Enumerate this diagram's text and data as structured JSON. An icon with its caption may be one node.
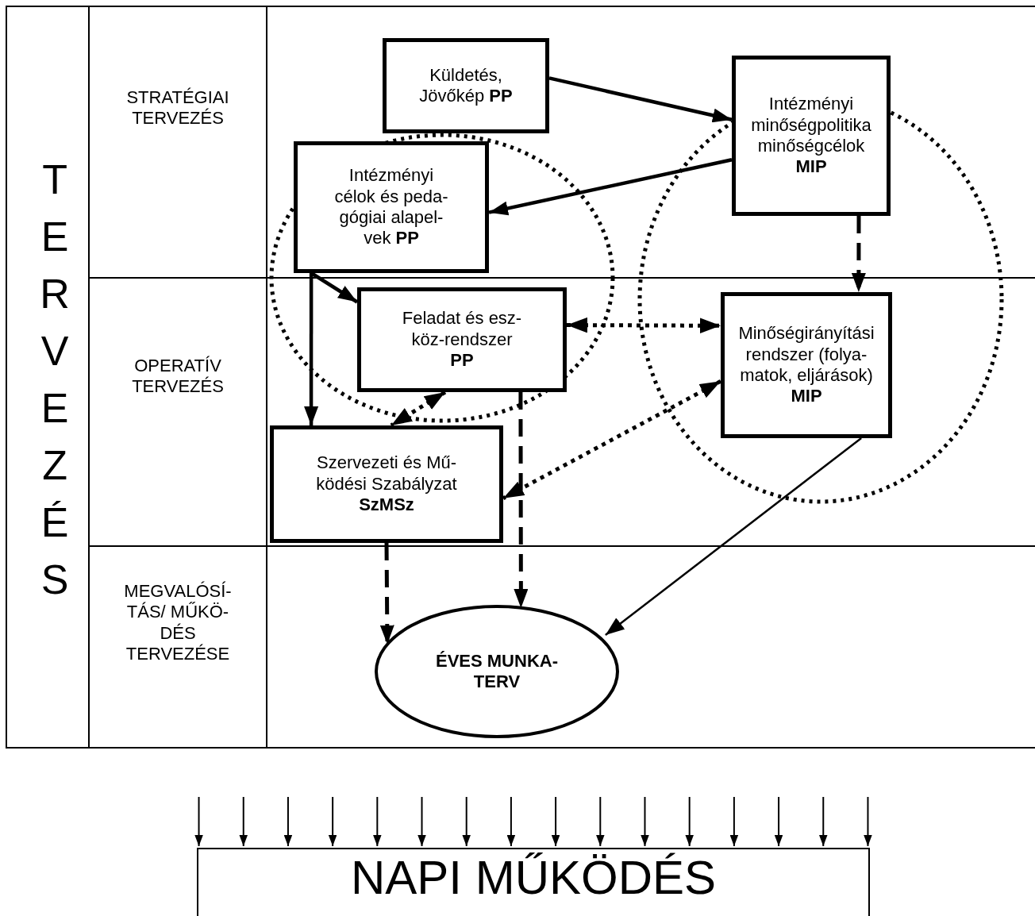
{
  "diagram": {
    "nodes": [
      {
        "text": [
          "Küldetés, Jövőkép **PP**"
        ]
      },
      {
        "text": [
          "Intézményi minőségpolitika minőségcélok",
          "MIP"
        ]
      },
      {
        "text": [
          "Intézményi célok és peda- gógiai alapel- vek **PP**"
        ],
        "in": 8
      },
      {
        "text": [
          "Feladat és esz- köz-rendszer",
          "PP"
        ],
        "in": 8
      },
      {
        "text": [
          "Minőségirányítási rendszer (folya- matok, eljárások)",
          "MIP"
        ],
        "in": 9
      },
      {
        "text": [
          "Szervezeti és Mű- ködési Szabályzat",
          "SzMSz"
        ]
      },
      {
        "text": [
          "ÉVES MUNKA- TERV"
        ]
      },
      {
        "text": [
          "NAPI MŰKÖDÉS"
        ]
      },
      {
        "text": [],
        "shape": "ellipse"
      },
      {
        "text": [],
        "shape": "ellipse"
      }
    ],
    "edges": [
      {
        "from": 0,
        "to": 1,
        "arrow": "to",
        "style": "thick"
      },
      {
        "from": 1,
        "to": 2,
        "arrow": "to",
        "style": "thick"
      },
      {
        "from": 1,
        "to": 4,
        "arrow": "to",
        "style": "dashed"
      },
      {
        "from": 2,
        "to": 3,
        "arrow": "to",
        "style": "thick"
      },
      {
        "from": 2,
        "to": 5,
        "arrow": "to",
        "style": "thick"
      },
      {
        "from": 3,
        "to": 4,
        "arrow": "both",
        "style": "dashed"
      },
      {
        "from": 3,
        "to": 5,
        "arrow": "both",
        "style": "dashed"
      },
      {
        "from": 4,
        "to": 5,
        "arrow": "both",
        "style": "dashed"
      },
      {
        "from": 3,
        "to": 6,
        "arrow": "to",
        "style": "dashed"
      },
      {
        "from": 5,
        "to": 6,
        "arrow": "to",
        "style": "dashed"
      },
      {
        "from": 4,
        "to": 6,
        "arrow": "to"
      },
      {
        "from": null,
        "to": 7,
        "arrow": "to"
      },
      {
        "from": null,
        "to": 7,
        "arrow": "to"
      },
      {
        "from": null,
        "to": 7,
        "arrow": "to"
      },
      {
        "from": null,
        "to": 7,
        "arrow": "to"
      },
      {
        "from": null,
        "to": 7,
        "arrow": "to"
      },
      {
        "from": null,
        "to": 7,
        "arrow": "to"
      },
      {
        "from": null,
        "to": 7,
        "arrow": "to"
      },
      {
        "from": null,
        "to": 7,
        "arrow": "to"
      },
      {
        "from": null,
        "to": 7,
        "arrow": "to"
      },
      {
        "from": null,
        "to": 7,
        "arrow": "to"
      },
      {
        "from": null,
        "to": 7,
        "arrow": "to"
      },
      {
        "from": null,
        "to": 7,
        "arrow": "to"
      },
      {
        "from": null,
        "to": 7,
        "arrow": "to"
      },
      {
        "from": null,
        "to": 7,
        "arrow": "to"
      },
      {
        "from": null,
        "to": 7,
        "arrow": "to"
      },
      {
        "from": null,
        "to": 7,
        "arrow": "to"
      }
    ],
    "labels": [
      "TERVEZÉS",
      "STRATÉGIAI TERVEZÉS",
      "OPERATÍV TERVEZÉS",
      "MEGVALÓSÍ- TÁS/ MŰKÖ- DÉS TERVEZÉSE"
    ]
  }
}
